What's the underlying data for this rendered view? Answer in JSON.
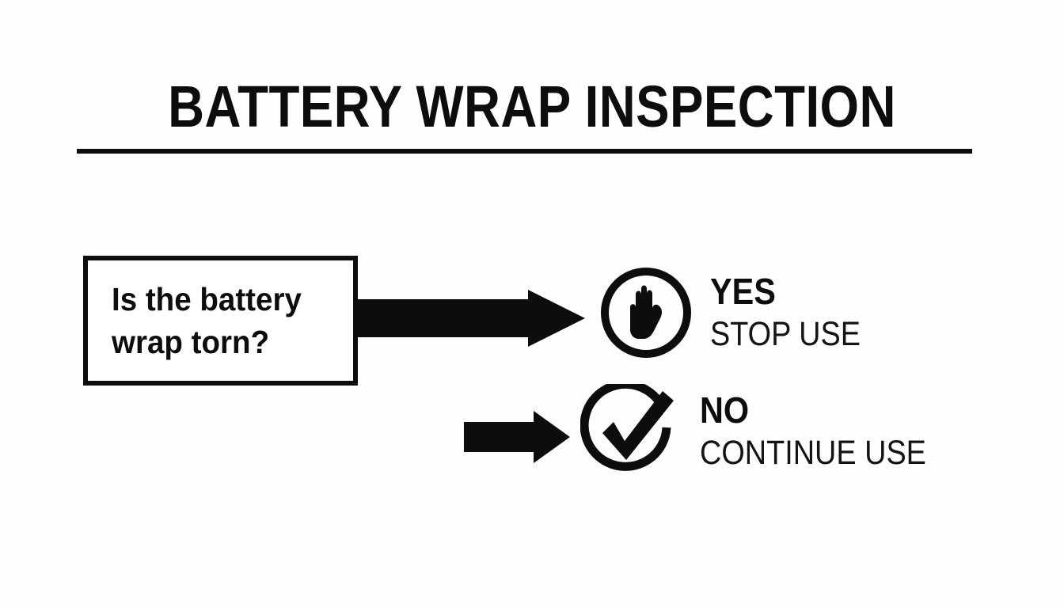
{
  "header": {
    "title": "BATTERY WRAP INSPECTION",
    "rule_color": "#0d0d0d"
  },
  "decision": {
    "question_line_1": "Is the battery",
    "question_line_2": "wrap torn?",
    "box_border_color": "#0d0d0d"
  },
  "branches": [
    {
      "answer": "YES",
      "action": "STOP USE",
      "icon": "stop-hand-icon",
      "arrow": "right-arrow-long-icon"
    },
    {
      "answer": "NO",
      "action": "CONTINUE USE",
      "icon": "check-circle-icon",
      "arrow": "right-arrow-short-icon"
    }
  ],
  "theme": {
    "background": "#fdfefe",
    "ink": "#0d0d0d"
  }
}
